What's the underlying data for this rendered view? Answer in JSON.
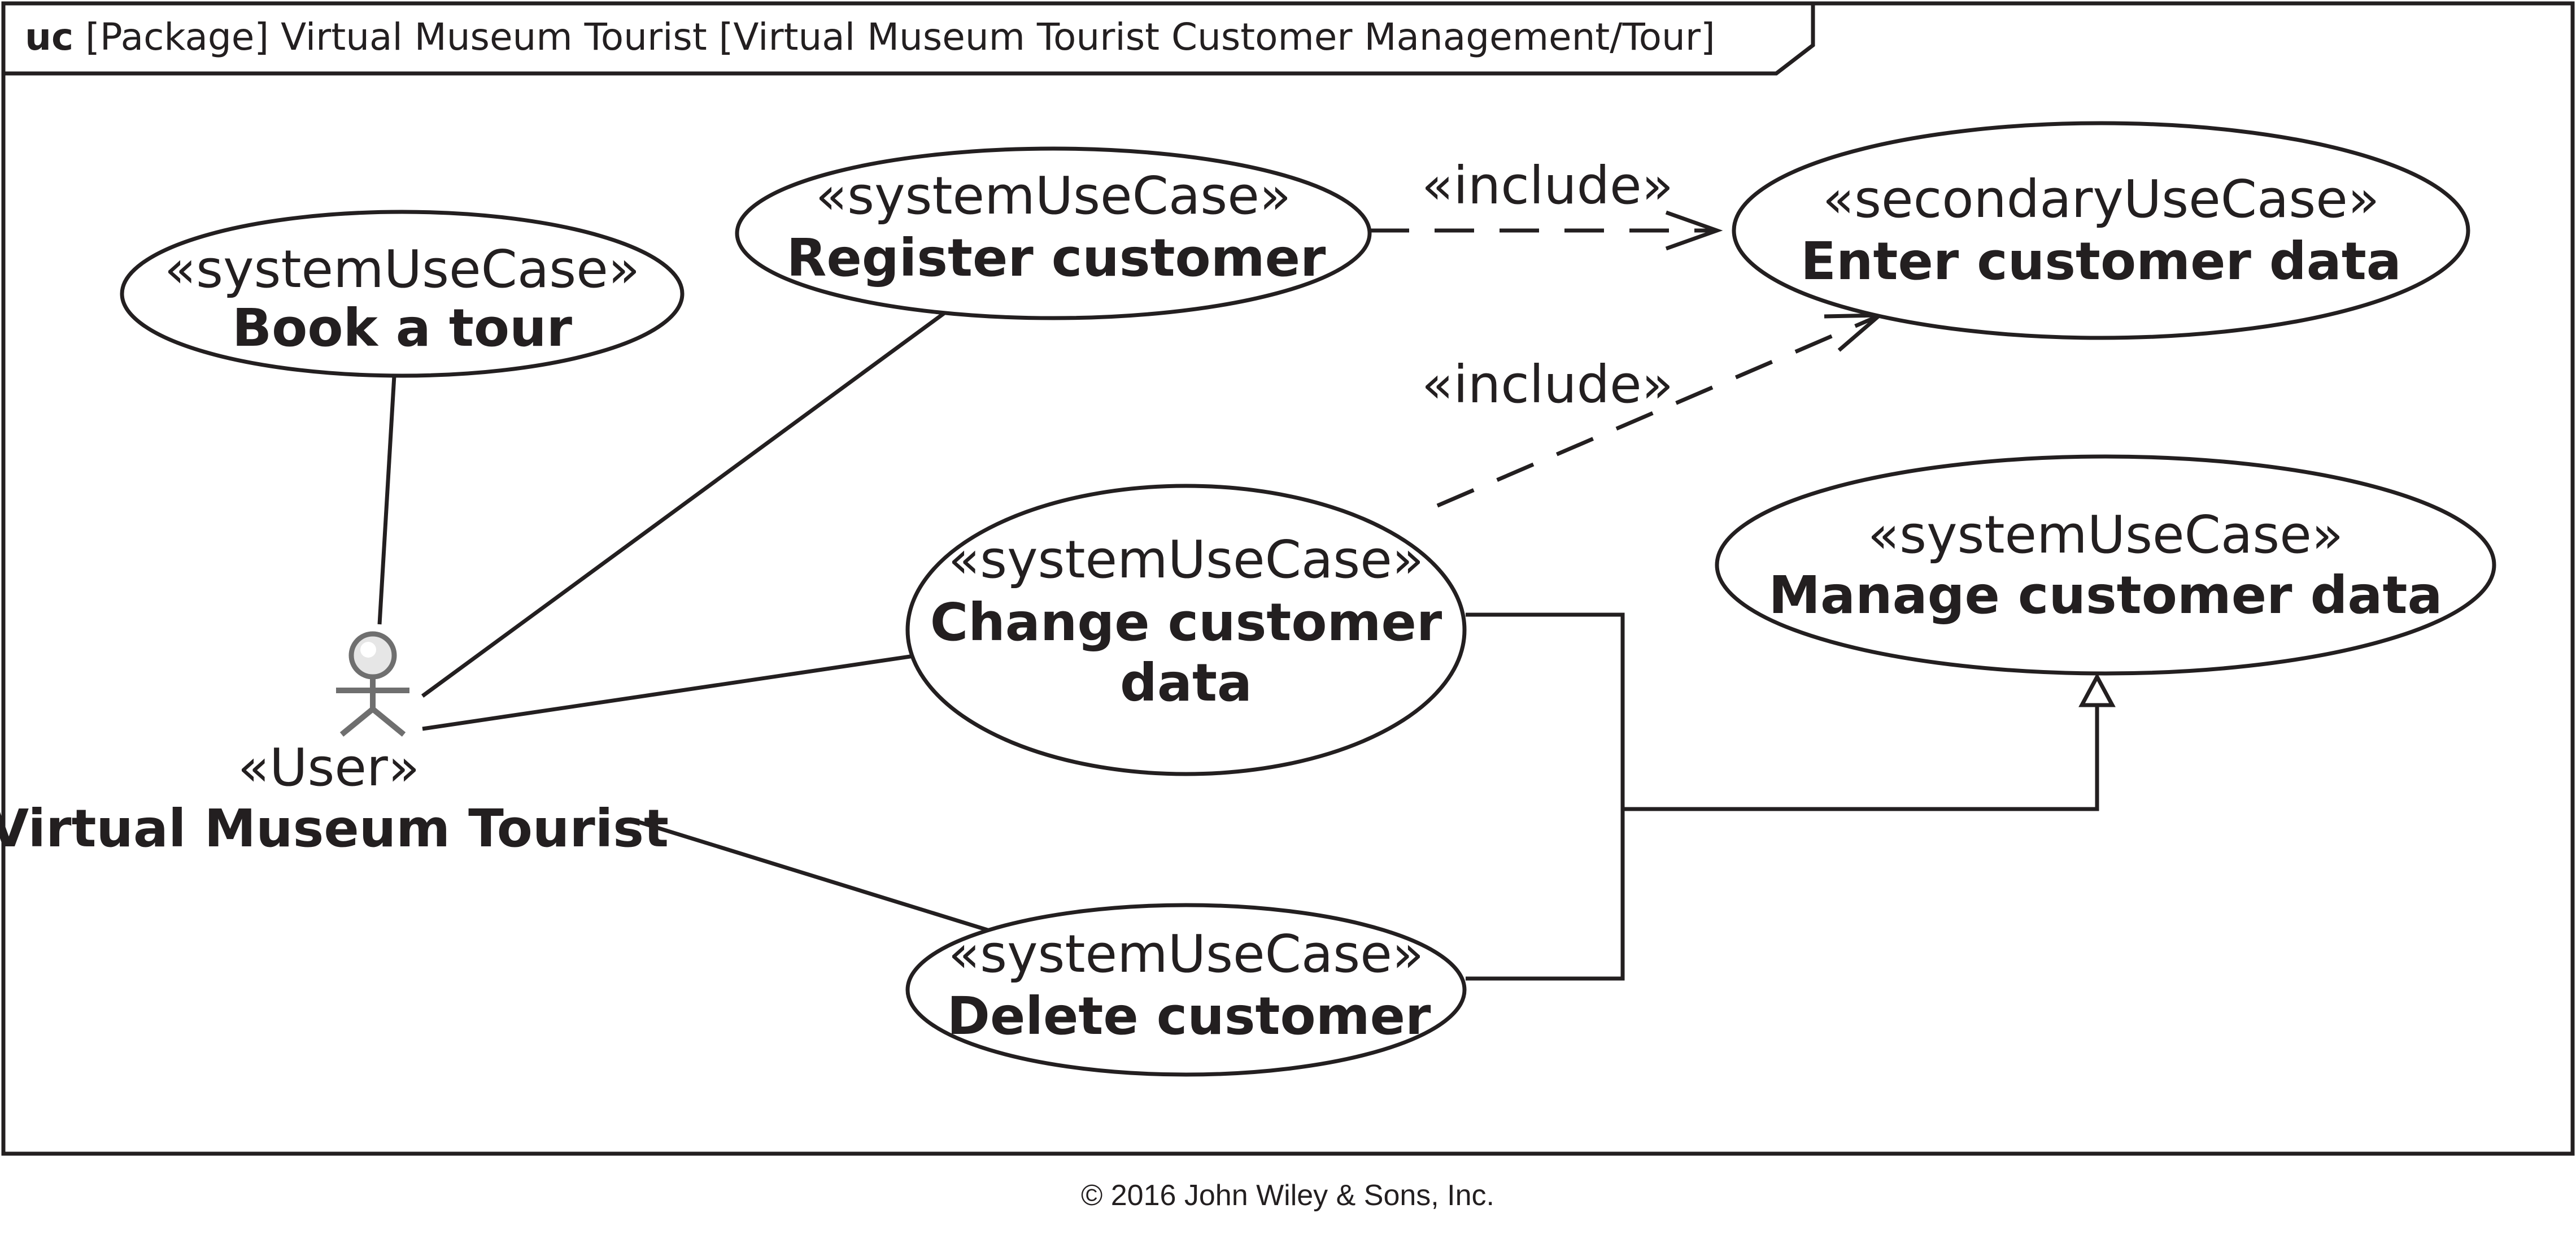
{
  "frame": {
    "keyword": "uc",
    "title": "[Package] Virtual Museum Tourist [Virtual Museum Tourist Customer Management/Tour]"
  },
  "actor": {
    "stereotype": "«User»",
    "name": "Virtual Museum Tourist"
  },
  "use_cases": {
    "book_tour": {
      "stereotype": "«systemUseCase»",
      "name": "Book a tour"
    },
    "register_customer": {
      "stereotype": "«systemUseCase»",
      "name": "Register customer"
    },
    "enter_customer_data": {
      "stereotype": "«secondaryUseCase»",
      "name": "Enter customer data"
    },
    "change_customer_data": {
      "stereotype": "«systemUseCase»",
      "name_line1": "Change customer",
      "name_line2": "data"
    },
    "manage_customer_data": {
      "stereotype": "«systemUseCase»",
      "name": "Manage customer data"
    },
    "delete_customer": {
      "stereotype": "«systemUseCase»",
      "name": "Delete customer"
    }
  },
  "relationships": {
    "include_label_1": "«include»",
    "include_label_2": "«include»"
  },
  "copyright": "© 2016 John Wiley & Sons, Inc."
}
